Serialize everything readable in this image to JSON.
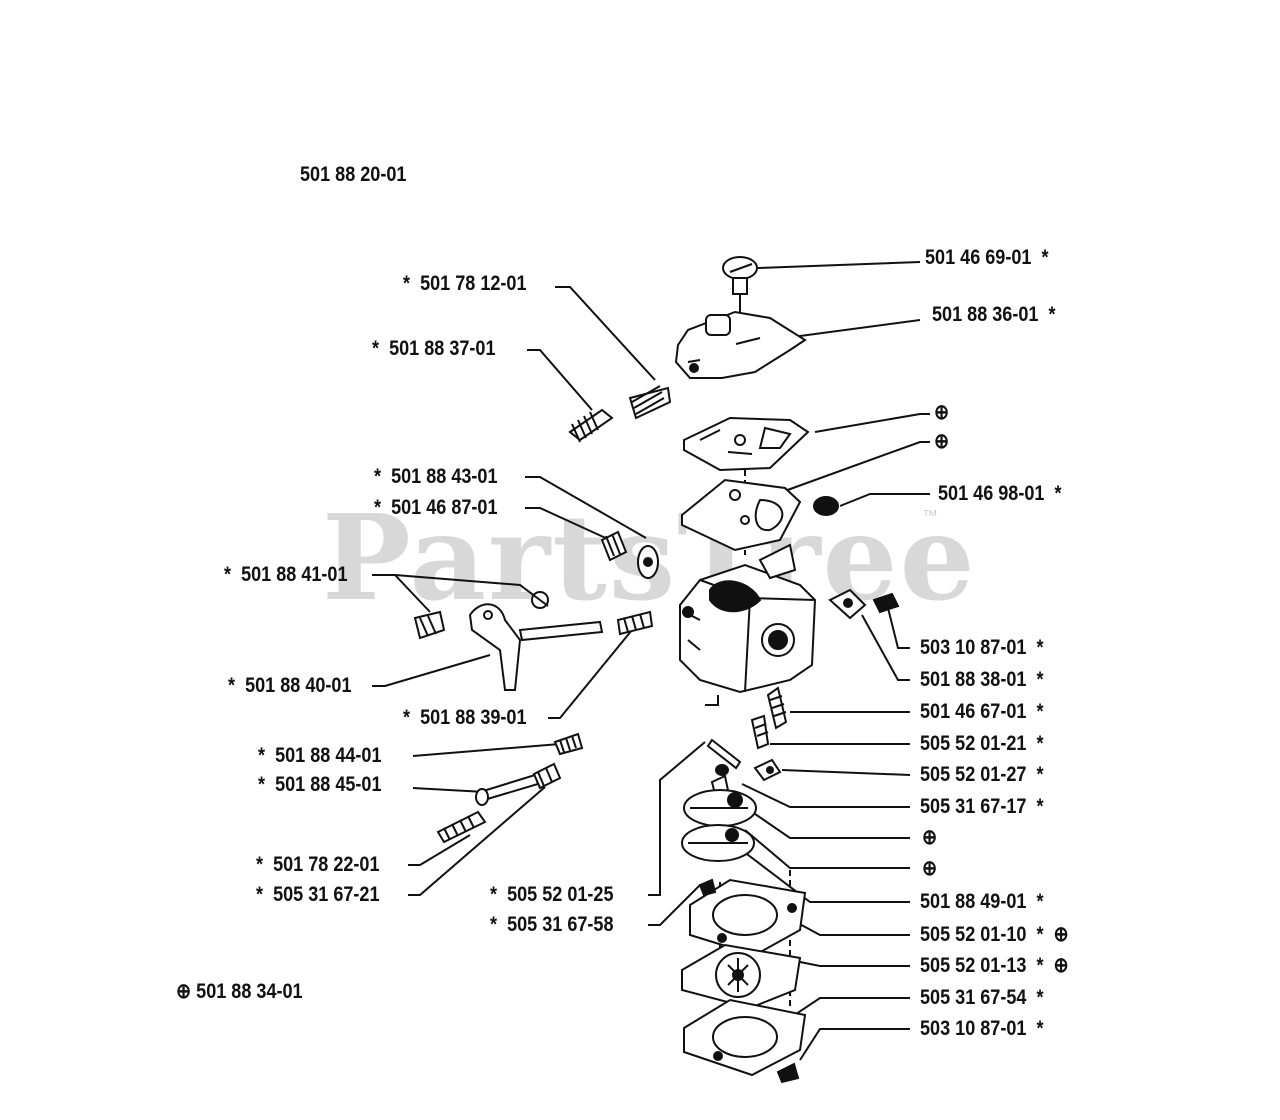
{
  "kit_code": "501 88 20-01",
  "watermark": "PartsTree",
  "watermark_tm": "™",
  "footnote": "⊕ 501 88 34-01",
  "labels": [
    {
      "text": "501 46 69-01  *"
    },
    {
      "text": "501 88 36-01  *"
    },
    {
      "text": "*  501 78 12-01"
    },
    {
      "text": "*  501 88 37-01"
    },
    {
      "text": "⊕"
    },
    {
      "text": "⊕"
    },
    {
      "text": "*  501 88 43-01"
    },
    {
      "text": "*  501 46 87-01"
    },
    {
      "text": "501 46 98-01  *"
    },
    {
      "text": "*  501 88 41-01"
    },
    {
      "text": "503 10 87-01  *"
    },
    {
      "text": "501 88 38-01  *"
    },
    {
      "text": "*  501 88 40-01"
    },
    {
      "text": "*  501 88 39-01"
    },
    {
      "text": "501 46 67-01  *"
    },
    {
      "text": "505 52 01-21  *"
    },
    {
      "text": "*  501 88 44-01"
    },
    {
      "text": "505 52 01-27  *"
    },
    {
      "text": "*  501 88 45-01"
    },
    {
      "text": "505 31 67-17  *"
    },
    {
      "text": "⊕"
    },
    {
      "text": "*  501 78 22-01"
    },
    {
      "text": "⊕"
    },
    {
      "text": "*  505 31 67-21"
    },
    {
      "text": "*  505 52 01-25"
    },
    {
      "text": "501 88 49-01  *"
    },
    {
      "text": "*  505 31 67-58"
    },
    {
      "text": "505 52 01-10  *  ⊕"
    },
    {
      "text": "505 52 01-13  *  ⊕"
    },
    {
      "text": "505 31 67-54  *"
    },
    {
      "text": "503 10 87-01  *"
    }
  ]
}
